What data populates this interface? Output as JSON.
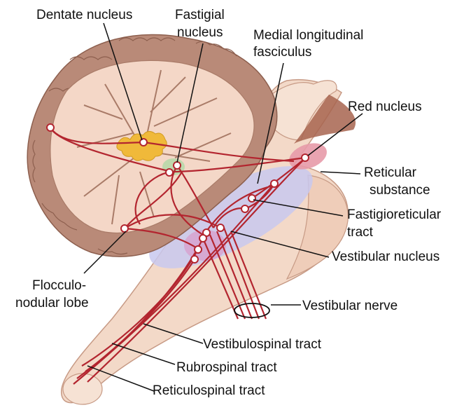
{
  "labels": {
    "dentate": "Dentate nucleus",
    "fastigial_1": "Fastigial",
    "fastigial_2": "nucleus",
    "mlf_1": "Medial longitudinal",
    "mlf_2": "fasciculus",
    "red_nucleus": "Red nucleus",
    "reticular_1": "Reticular",
    "reticular_2": "substance",
    "fastigioreticular_1": "Fastigioreticular",
    "fastigioreticular_2": "tract",
    "vestibular_nucleus": "Vestibular nucleus",
    "flocculo_1": "Flocculo-",
    "flocculo_2": "nodular lobe",
    "vestibular_nerve": "Vestibular nerve",
    "vestibulospinal": "Vestibulospinal tract",
    "rubrospinal": "Rubrospinal tract",
    "reticulospinal": "Reticulospinal tract"
  },
  "colors": {
    "cerebellum_outer": "#b98a78",
    "cerebellum_inner": "#f4d7c7",
    "brainstem": "#f3d9c8",
    "brainstem_shadow": "#b07a63",
    "tract": "#b3252f",
    "dentate": "#f0b93a",
    "fastigial": "#b8d8a8",
    "reticular_region": "#c8c8ee",
    "red_nucleus_region": "#e79aa8"
  }
}
